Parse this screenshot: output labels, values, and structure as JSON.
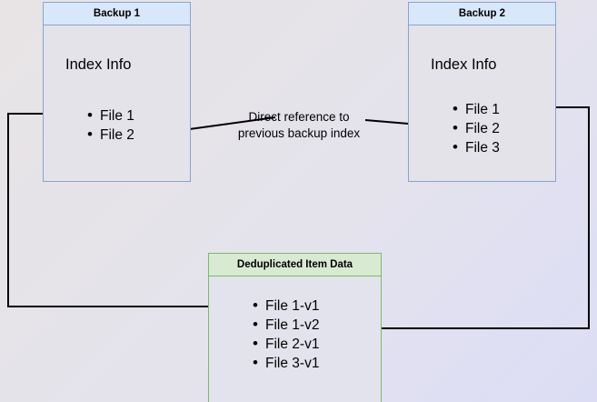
{
  "diagram": {
    "title_hidden": "",
    "background": {
      "gradient_from": "#e8e4e6",
      "gradient_to": "#dcddf5"
    },
    "nodes": [
      {
        "id": "backup-1",
        "header": "Backup 1",
        "section_label": "Index Info",
        "accent": "#88a4cf",
        "header_fill": "#d9e7fb",
        "items": [
          "File 1",
          "File 2"
        ]
      },
      {
        "id": "backup-2",
        "header": "Backup 2",
        "section_label": "Index Info",
        "accent": "#88a4cf",
        "header_fill": "#d9e7fb",
        "items": [
          "File 1",
          "File 2",
          "File 3"
        ]
      },
      {
        "id": "dedup-store",
        "header": "Deduplicated Item Data",
        "accent": "#7aba6e",
        "header_fill": "#d9ead3",
        "items": [
          "File 1-v1",
          "File 1-v2",
          "File 2-v1",
          "File 3-v1"
        ]
      }
    ],
    "edges": [
      {
        "id": "backup2-to-backup1",
        "label": "Direct reference to\nprevious backup index",
        "from": "backup-2 index",
        "to": "backup-1 File 2"
      },
      {
        "id": "backup1-to-dedup",
        "label": "",
        "from": "backup-1 File 1",
        "to": "dedup File 1-v1"
      },
      {
        "id": "backup2-to-dedup",
        "label": "",
        "from": "backup-2 File 1",
        "to": "dedup File 1-v2"
      }
    ]
  }
}
